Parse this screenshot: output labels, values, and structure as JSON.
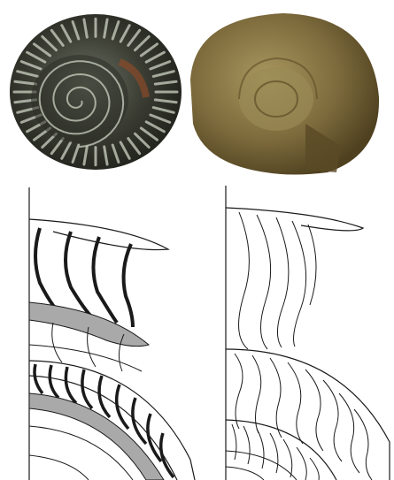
{
  "figure": {
    "panels": [
      {
        "id": "fossil-dark-ribbed"
      },
      {
        "id": "fossil-brown-smooth"
      },
      {
        "id": "drawing-ribs-thick"
      },
      {
        "id": "drawing-ribs-sinuous"
      }
    ],
    "colors": {
      "fossil_dark_shell": "#3b3d33",
      "fossil_dark_highlight": "#cdd3c4",
      "fossil_brown_shell": "#7c6a3c",
      "fossil_brown_light": "#a8975e",
      "drawing_line": "#1a1a1a",
      "drawing_band": "#a9a9a9"
    }
  }
}
